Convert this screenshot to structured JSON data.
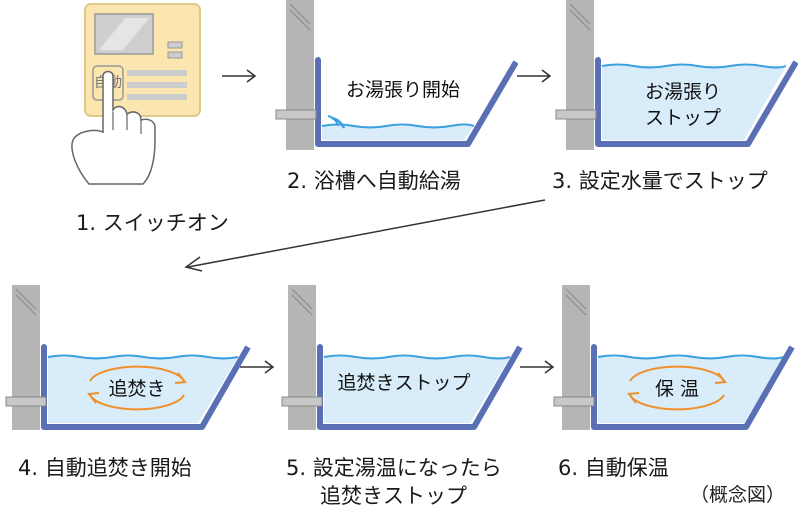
{
  "steps": [
    {
      "caption": "1. スイッチオン",
      "remote_button": "自動"
    },
    {
      "caption": "2. 浴槽へ自動給湯",
      "tub_label": "お湯張り開始"
    },
    {
      "caption": "3. 設定水量でストップ",
      "tub_label_line1": "お湯張り",
      "tub_label_line2": "ストップ"
    },
    {
      "caption": "4. 自動追焚き開始",
      "tub_label": "追焚き"
    },
    {
      "caption_line1": "5. 設定湯温になったら",
      "caption_line2": "追焚きストップ",
      "tub_label": "追焚きストップ"
    },
    {
      "caption": "6. 自動保温",
      "tub_label": "保 温"
    }
  ],
  "note": "（概念図）",
  "colors": {
    "tub_outline": "#5b6fb5",
    "water_top": "#3aa0e0",
    "water_fill": "#d8ecfa",
    "pillar": "#b5b5b5",
    "remote": "#fbe6b0",
    "arrow_cycle": "#f0902a"
  }
}
